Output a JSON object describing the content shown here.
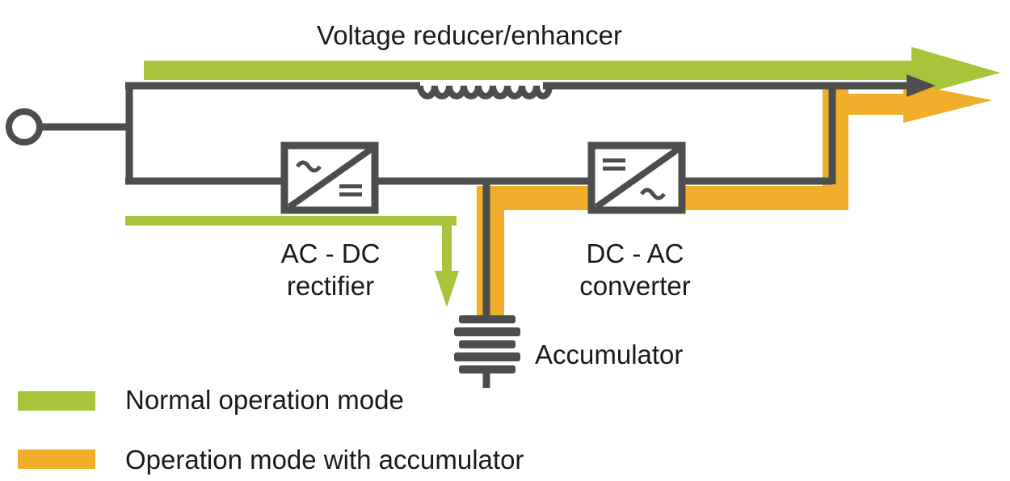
{
  "title": "Voltage reducer/enhancer",
  "components": {
    "rectifier": {
      "line1": "AC - DC",
      "line2": "rectifier"
    },
    "converter": {
      "line1": "DC - AC",
      "line2": "converter"
    },
    "accumulator": "Accumulator"
  },
  "legend": [
    {
      "label": "Normal operation mode",
      "color": "#a8c43a"
    },
    {
      "label": "Operation mode with accumulator",
      "color": "#f0ae2a"
    }
  ],
  "colors": {
    "wire": "#4d4d4d",
    "normal": "#a8c43a",
    "accumulator": "#f0ae2a"
  }
}
